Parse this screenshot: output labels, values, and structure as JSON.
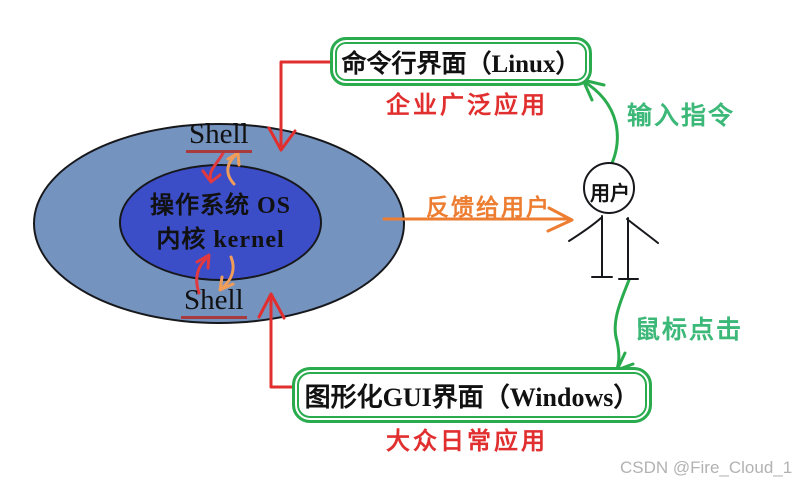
{
  "diagram": {
    "title_context": "Shell / OS kernel interaction diagram",
    "cli_box": {
      "label": "命令行界面（Linux）",
      "caption": "企业广泛应用"
    },
    "gui_box": {
      "label": "图形化GUI界面（Windows）",
      "caption": "大众日常应用"
    },
    "kernel": {
      "line1": "操作系统 OS",
      "line2": "内核 kernel"
    },
    "shell_top": {
      "label": "Shell"
    },
    "shell_bottom": {
      "label": "Shell"
    },
    "user": {
      "label": "用户"
    },
    "arrows": {
      "input_label": "输入指令",
      "mouse_label": "鼠标点击",
      "feedback_label": "反馈给用户"
    },
    "watermark": "CSDN @Fire_Cloud_1",
    "colors": {
      "green_border": "#2aab4e",
      "green_text": "#3cb878",
      "red": "#e12f2f",
      "dark_red_underline": "#a93a3e",
      "orange": "#ed7d31",
      "light_orange_arrow": "#f09d5a",
      "outer_ellipse_fill": "#7593bf",
      "inner_ellipse_fill": "#3b4ec8",
      "watermark_gray": "#b2b2b2"
    }
  }
}
